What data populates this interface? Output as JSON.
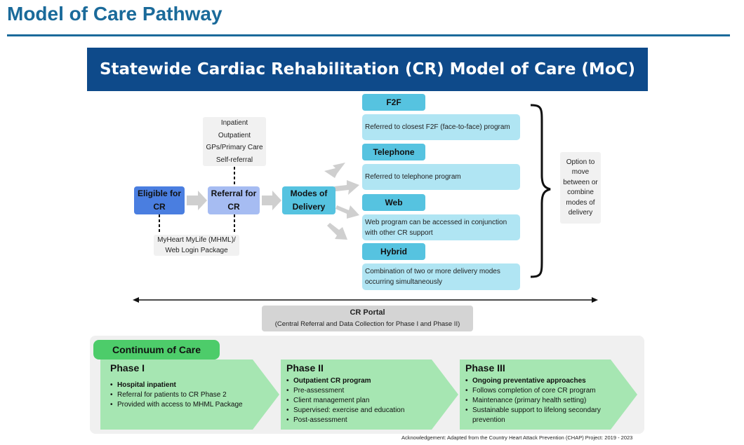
{
  "page_title": "Model of Care Pathway",
  "banner_title": "Statewide Cardiac Rehabilitation (CR) Model of Care (MoC)",
  "referral_sources": [
    "Inpatient",
    "Outpatient",
    "GPs/Primary Care",
    "Self-referral"
  ],
  "mhml_package": [
    "MyHeart MyLife (MHML)/",
    "Web Login Package"
  ],
  "nodes": {
    "eligible": [
      "Eligible for",
      "CR"
    ],
    "referral": [
      "Referral for",
      "CR"
    ],
    "modes": [
      "Modes of",
      "Delivery"
    ]
  },
  "delivery_modes": [
    {
      "label": "F2F",
      "description": [
        "Referred to closest F2F (face-to-face) program"
      ]
    },
    {
      "label": "Telephone",
      "description": [
        "Referred to telephone program"
      ]
    },
    {
      "label": "Web",
      "description": [
        "Web program can be accessed in conjunction",
        "with other CR support"
      ]
    },
    {
      "label": "Hybrid",
      "description": [
        "Combination of two or more delivery modes",
        "occurring simultaneously"
      ]
    }
  ],
  "option_note": [
    "Option to",
    "move",
    "between or",
    "combine",
    "modes of",
    "delivery"
  ],
  "portal": {
    "title": "CR Portal",
    "subtitle": "(Central Referral and Data Collection for Phase I and Phase II)"
  },
  "continuum": {
    "label": "Continuum of Care",
    "phases": [
      {
        "title": "Phase I",
        "items": [
          "Hospital inpatient",
          "Referral for patients to CR Phase 2",
          "Provided with access to MHML Package"
        ]
      },
      {
        "title": "Phase II",
        "items": [
          "Outpatient CR program",
          "Pre-assessment",
          "Client management plan",
          "Supervised: exercise and education",
          "Post-assessment"
        ]
      },
      {
        "title": "Phase III",
        "items": [
          "Ongoing preventative approaches",
          "Follows completion of core CR program",
          "Maintenance (primary health setting)",
          "Sustainable support to lifelong secondary prevention"
        ]
      }
    ]
  },
  "acknowledgement": "Acknowledgement: Adapted from the Country Heart Attack Prevention (CHAP) Project: 2019 - 2023",
  "colors": {
    "title_blue": "#1a6a9a",
    "banner_navy": "#0e4a8a",
    "eligible_blue": "#4a7ee0",
    "referral_blue": "#a6bcf2",
    "modes_cyan": "#56c3e0",
    "mode_desc_cyan": "#b0e5f3",
    "phase_green": "#a6e6b2",
    "continuum_green": "#4dcc6a",
    "portal_grey": "#d4d4d4"
  }
}
